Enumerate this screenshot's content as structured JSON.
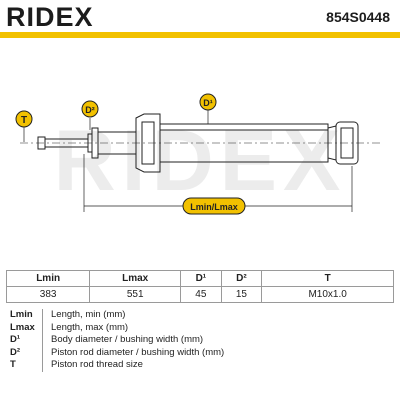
{
  "header": {
    "brand": "RIDEX",
    "part_number": "854S0448"
  },
  "colors": {
    "accent": "#f2c100",
    "line": "#222222",
    "watermark": "#ececec"
  },
  "diagram": {
    "watermark": "RIDEX",
    "labels": {
      "t": "T",
      "d2": "D²",
      "d1": "D¹",
      "length": "Lmin/Lmax"
    }
  },
  "table": {
    "headers": [
      "Lmin",
      "Lmax",
      "D¹",
      "D²",
      "T"
    ],
    "values": [
      "383",
      "551",
      "45",
      "15",
      "M10x1.0"
    ]
  },
  "legend": [
    {
      "key": "Lmin",
      "desc": "Length, min (mm)"
    },
    {
      "key": "Lmax",
      "desc": "Length, max (mm)"
    },
    {
      "key": "D¹",
      "desc": "Body diameter / bushing width (mm)"
    },
    {
      "key": "D²",
      "desc": "Piston rod diameter / bushing width (mm)"
    },
    {
      "key": "T",
      "desc": "Piston rod thread size"
    }
  ]
}
